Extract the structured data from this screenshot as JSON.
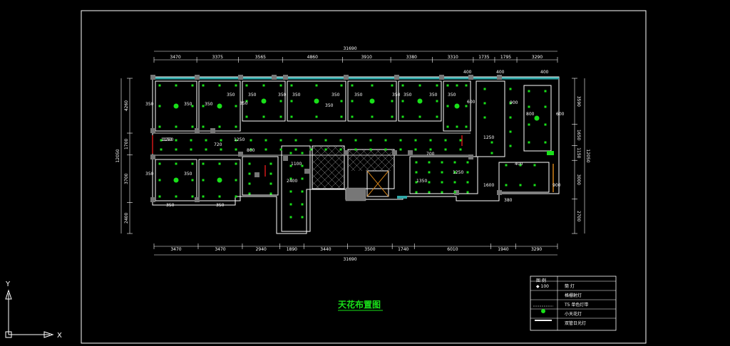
{
  "drawing": {
    "title": "天花布置图",
    "top_dims": [
      "3470",
      "3375",
      "3565",
      "4860",
      "3910",
      "3380",
      "3310",
      "1735",
      "1795",
      "3290"
    ],
    "top_total": "31690",
    "bottom_dims": [
      "3470",
      "3470",
      "2940",
      "1890",
      "3440",
      "3500",
      "1740",
      "6010",
      "1940",
      "3290"
    ],
    "bottom_total": "31690",
    "left_dims": [
      "4260",
      "1700",
      "3700",
      "2400"
    ],
    "left_total": "12050",
    "right_dims": [
      "3590",
      "1650",
      "1150",
      "3000",
      "2700"
    ],
    "right_total": "12050",
    "room_dims": [
      "350",
      "350",
      "350",
      "350",
      "350",
      "350",
      "350",
      "350",
      "350",
      "350",
      "350",
      "350",
      "350",
      "350",
      "350"
    ],
    "misc_labels": [
      "400",
      "400",
      "400",
      "600",
      "900",
      "800",
      "600",
      "1150",
      "1250",
      "720",
      "800",
      "1100",
      "1250",
      "700",
      "1350",
      "2400",
      "1250",
      "1600",
      "400",
      "900",
      "380",
      "350",
      "350",
      "350",
      "350",
      "1250"
    ]
  },
  "legend": {
    "header_left": "图 例",
    "rows": [
      {
        "symbol": "◆ 100",
        "text": "筒 灯"
      },
      {
        "symbol": "",
        "text": "格栅射灯"
      },
      {
        "symbol": "",
        "text": "T5 单色灯带"
      },
      {
        "symbol": "",
        "text": "小天花灯"
      },
      {
        "symbol": "",
        "text": "双管日光灯"
      }
    ]
  },
  "ucs": {
    "x_label": "X",
    "y_label": "Y"
  },
  "colors": {
    "background": "#000000",
    "lines": "#ffffff",
    "lamp": "#19e019",
    "cyan_strip": "#2fa7a7",
    "red": "#d01818",
    "orange": "#d08018"
  }
}
